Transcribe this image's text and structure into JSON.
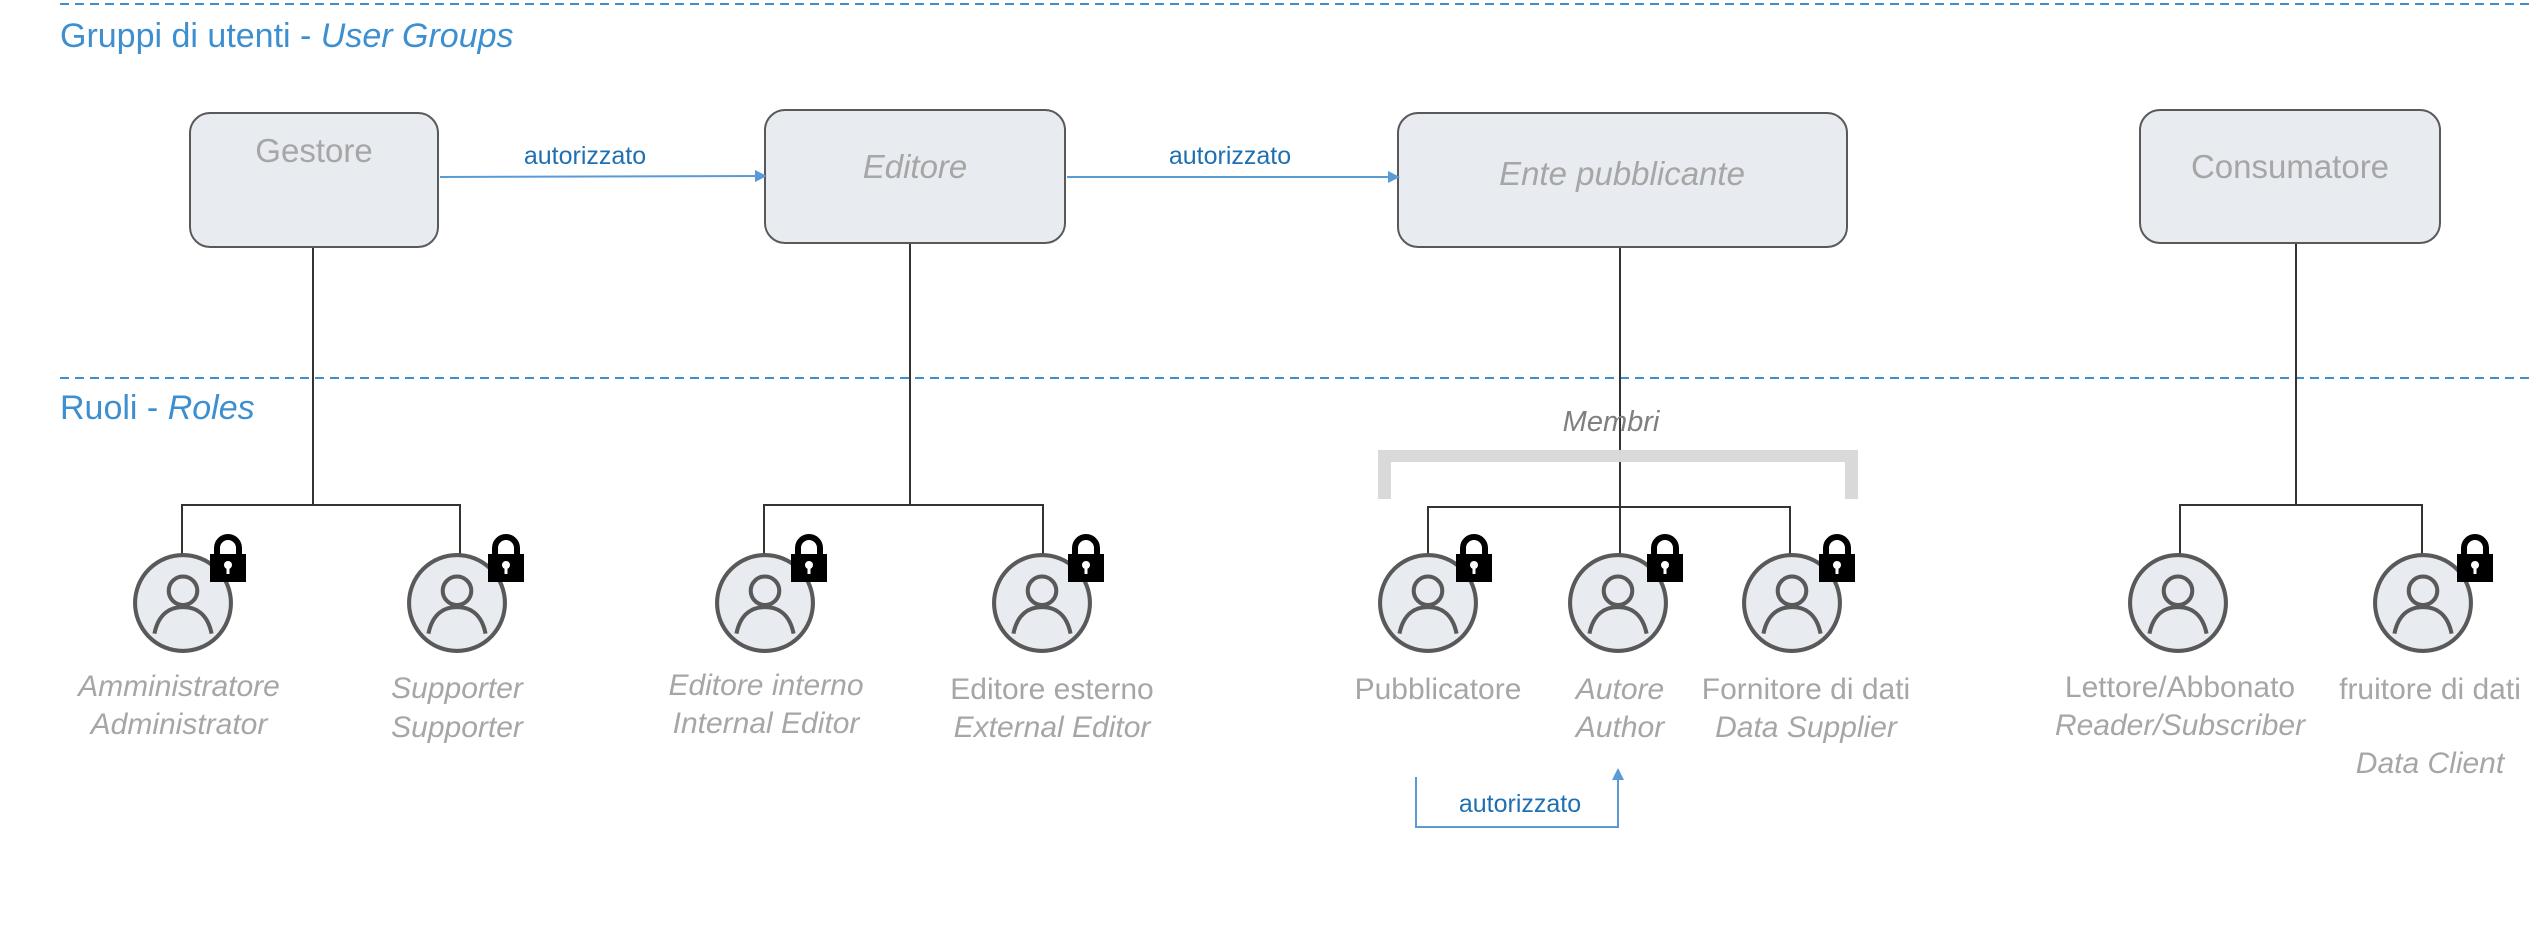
{
  "sections": {
    "groups": {
      "label": "Gruppi di utenti - ",
      "label_en": "User Groups"
    },
    "roles": {
      "label": "Ruoli - ",
      "label_en": "Roles"
    }
  },
  "groups": [
    {
      "id": "gestore",
      "label": "Gestore",
      "italic": false
    },
    {
      "id": "editore",
      "label": "Editore",
      "italic": true
    },
    {
      "id": "ente",
      "label": "Ente pubblicante",
      "italic": true
    },
    {
      "id": "consumatore",
      "label": "Consumatore",
      "italic": false
    }
  ],
  "arrows": {
    "gestore_to_editore": "autorizzato",
    "editore_to_ente": "autorizzato",
    "pubblicatore_to_autore": "autorizzato"
  },
  "members_label": "Membri",
  "roles": [
    {
      "id": "amministratore",
      "line1": "Amministratore",
      "line2": "Administrator",
      "line1_italic": true,
      "line2_italic": true,
      "locked": true
    },
    {
      "id": "supporter",
      "line1": "Supporter",
      "line2": "Supporter",
      "line1_italic": true,
      "line2_italic": true,
      "locked": true
    },
    {
      "id": "editore-interno",
      "line1": "Editore interno",
      "line2": "Internal Editor",
      "line1_italic": true,
      "line2_italic": true,
      "locked": true
    },
    {
      "id": "editore-esterno",
      "line1": "Editore esterno",
      "line2": "External Editor",
      "line1_italic": false,
      "line2_italic": true,
      "locked": true
    },
    {
      "id": "pubblicatore",
      "line1": "Pubblicatore",
      "line2": "",
      "line1_italic": false,
      "line2_italic": false,
      "locked": true
    },
    {
      "id": "autore",
      "line1": "Autore",
      "line2": "Author",
      "line1_italic": true,
      "line2_italic": true,
      "locked": true
    },
    {
      "id": "fornitore",
      "line1": "Fornitore di dati",
      "line2": "Data Supplier",
      "line1_italic": false,
      "line2_italic": true,
      "locked": true
    },
    {
      "id": "lettore",
      "line1": "Lettore/Abbonato",
      "line2": "Reader/Subscriber",
      "line1_italic": false,
      "line2_italic": true,
      "locked": false
    },
    {
      "id": "fruitore",
      "line1": "fruitore di dati",
      "line2": "Data Client",
      "line1_italic": false,
      "line2_italic": true,
      "locked": true
    }
  ],
  "colors": {
    "accent": "#3d8fd0",
    "arrow": "#5b9bd5",
    "box_fill": "#e8ebef",
    "box_stroke": "#595959",
    "role_text": "#a6a6a6",
    "bracket": "#d9d9d9"
  }
}
